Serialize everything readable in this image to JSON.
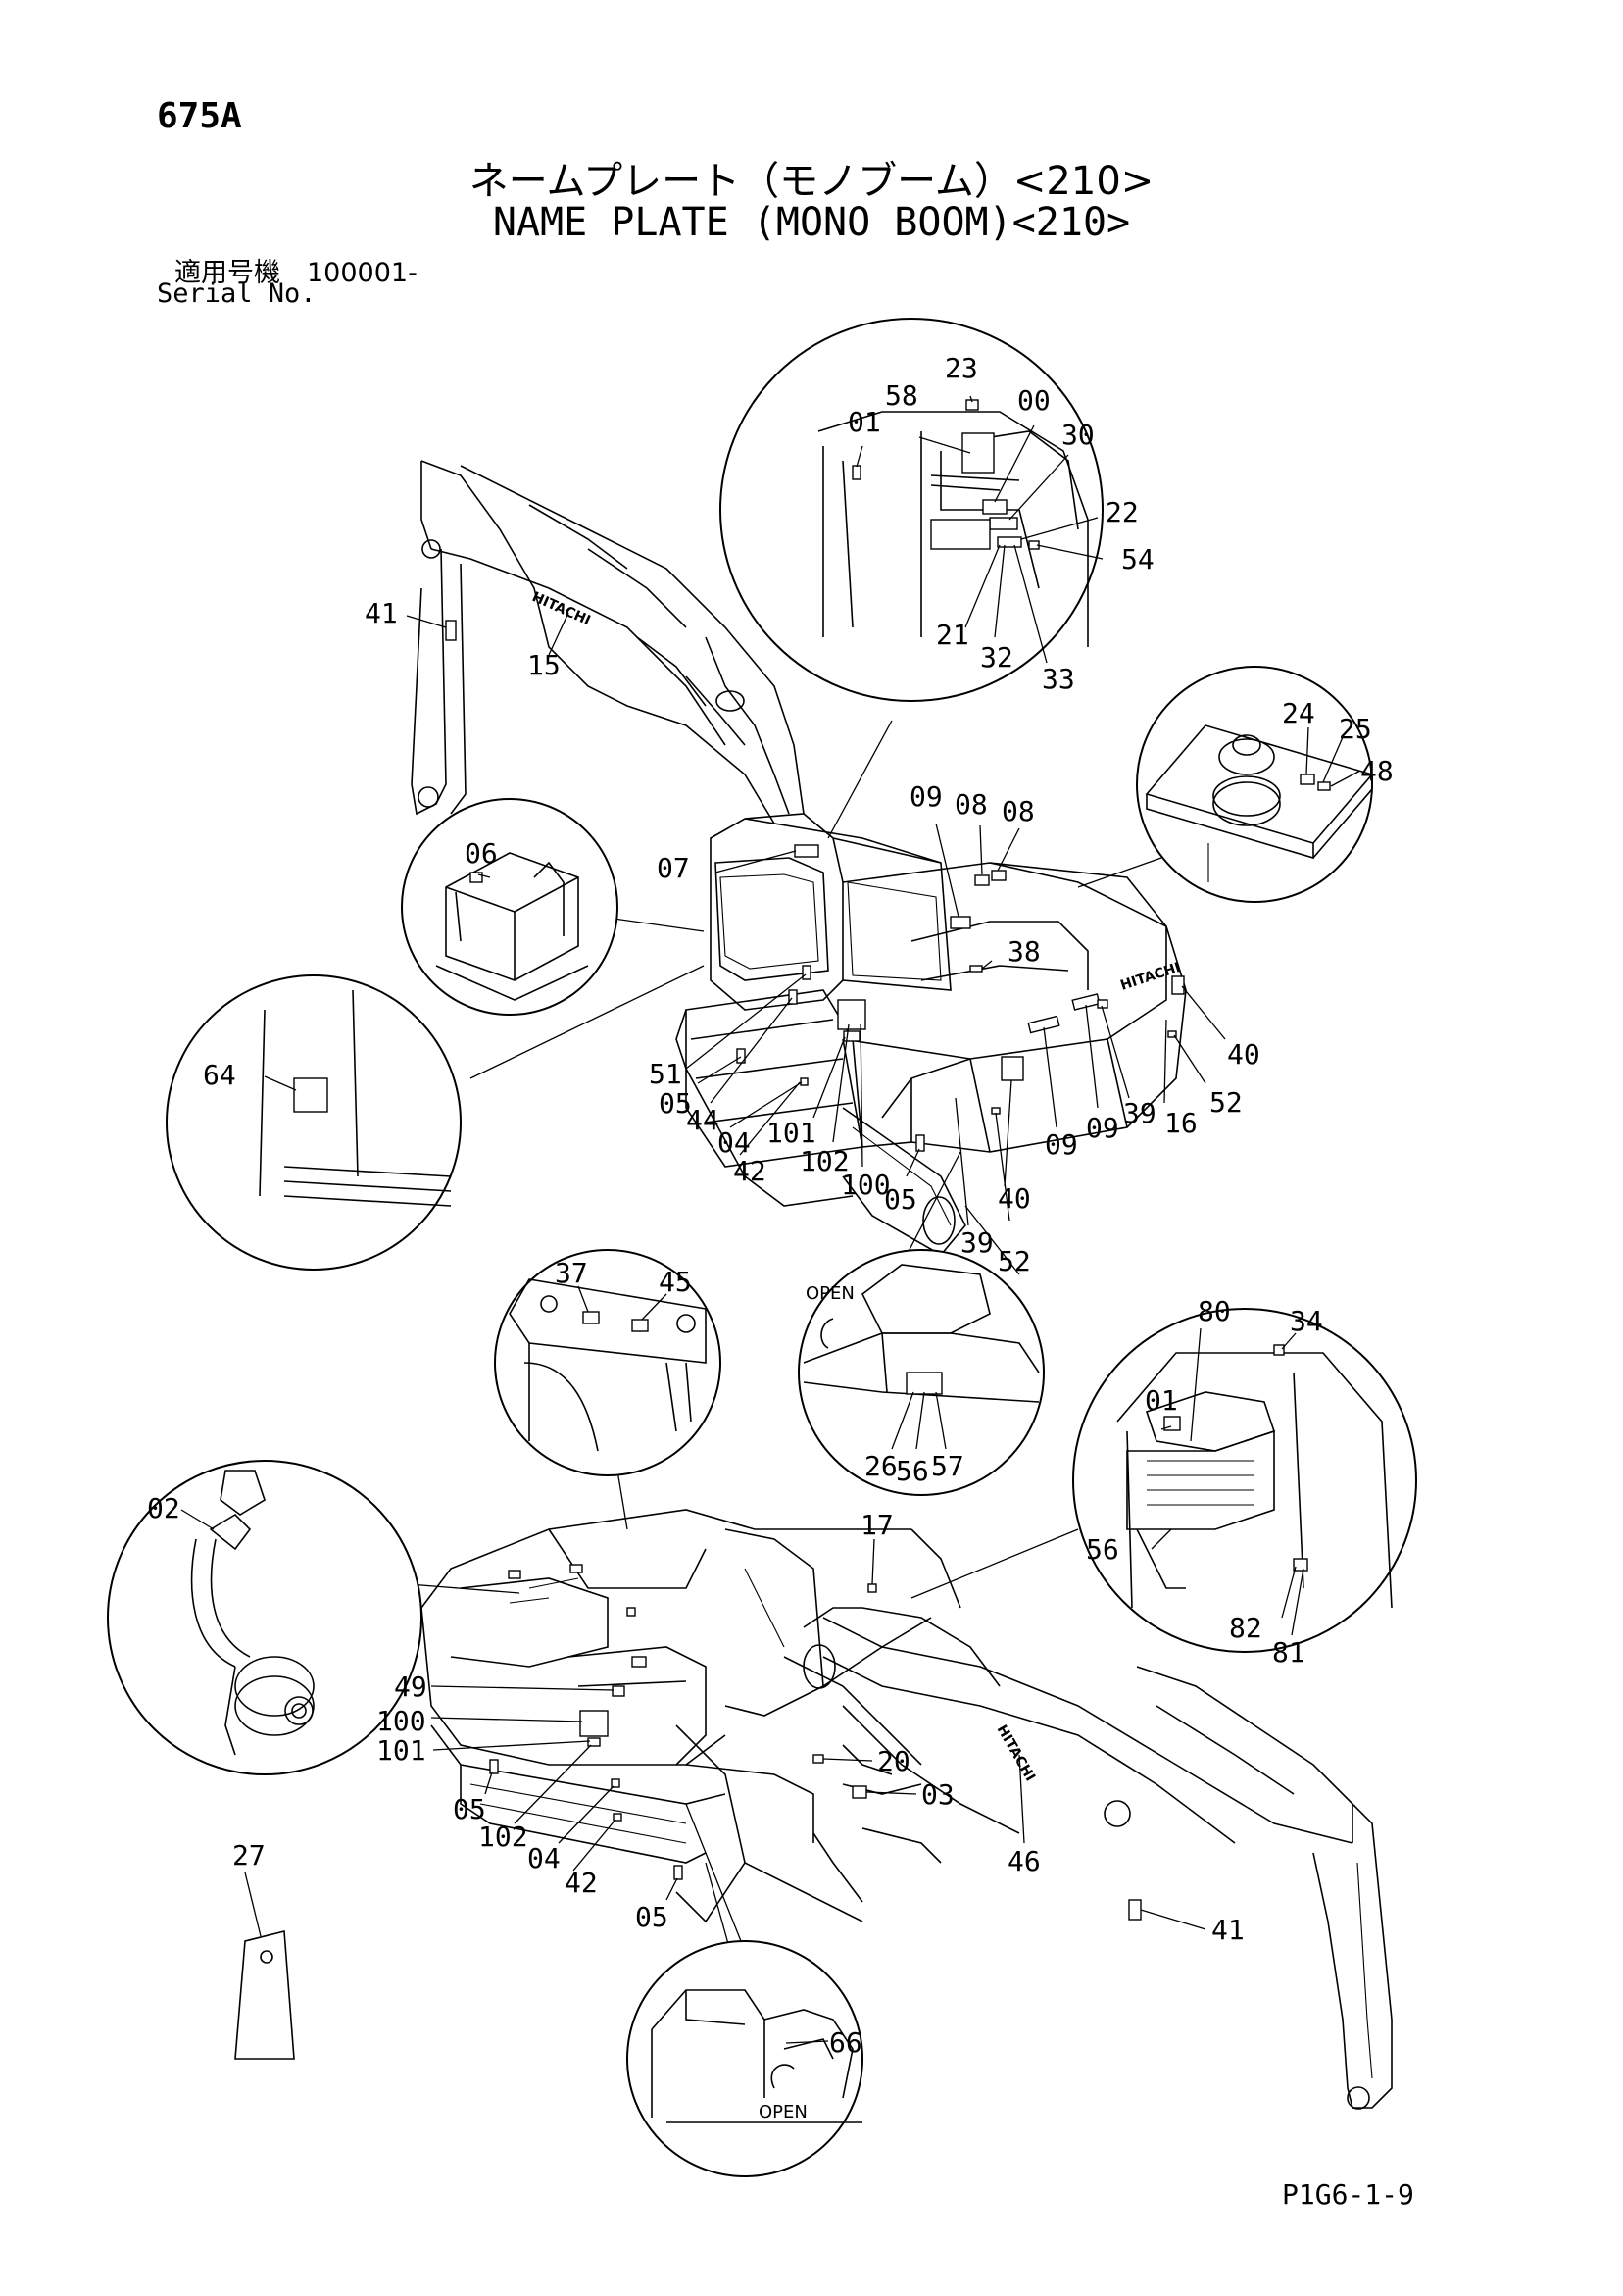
{
  "header": {
    "page_code": "675A",
    "title_jp": "ネームプレート（モノブーム）<210>",
    "title_en": "NAME PLATE (MONO BOOM)<210>",
    "serial_label_jp": "適用号機　100001-",
    "serial_label_en": "Serial No."
  },
  "footer": {
    "code": "P1G6-1-9"
  },
  "brand_text": "HITACHI",
  "open_label": "OPEN",
  "callouts": {
    "c58": "58",
    "c23": "23",
    "c00": "00",
    "c01a": "01",
    "c30": "30",
    "c22": "22",
    "c54": "54",
    "c21": "21",
    "c32": "32",
    "c33": "33",
    "c41a": "41",
    "c15": "15",
    "c24": "24",
    "c25": "25",
    "c48": "48",
    "c09a": "09",
    "c08a": "08",
    "c08b": "08",
    "c38": "38",
    "c06": "06",
    "c07": "07",
    "c40a": "40",
    "c52a": "52",
    "c16": "16",
    "c39a": "39",
    "c09b": "09",
    "c09c": "09",
    "c64": "64",
    "c51": "51",
    "c05a": "05",
    "c44": "44",
    "c04a": "04",
    "c42a": "42",
    "c101a": "101",
    "c102a": "102",
    "c100a": "100",
    "c05b": "05",
    "c39b": "39",
    "c40b": "40",
    "c52b": "52",
    "c37": "37",
    "c45": "45",
    "c26": "26",
    "c56a": "56",
    "c57": "57",
    "c80": "80",
    "c34": "34",
    "c01b": "01",
    "c56b": "56",
    "c82": "82",
    "c81": "81",
    "c02": "02",
    "c17": "17",
    "c49": "49",
    "c100b": "100",
    "c101b": "101",
    "c05c": "05",
    "c102b": "102",
    "c04b": "04",
    "c42b": "42",
    "c05d": "05",
    "c20": "20",
    "c03": "03",
    "c46": "46",
    "c27": "27",
    "c41b": "41",
    "c66": "66"
  }
}
